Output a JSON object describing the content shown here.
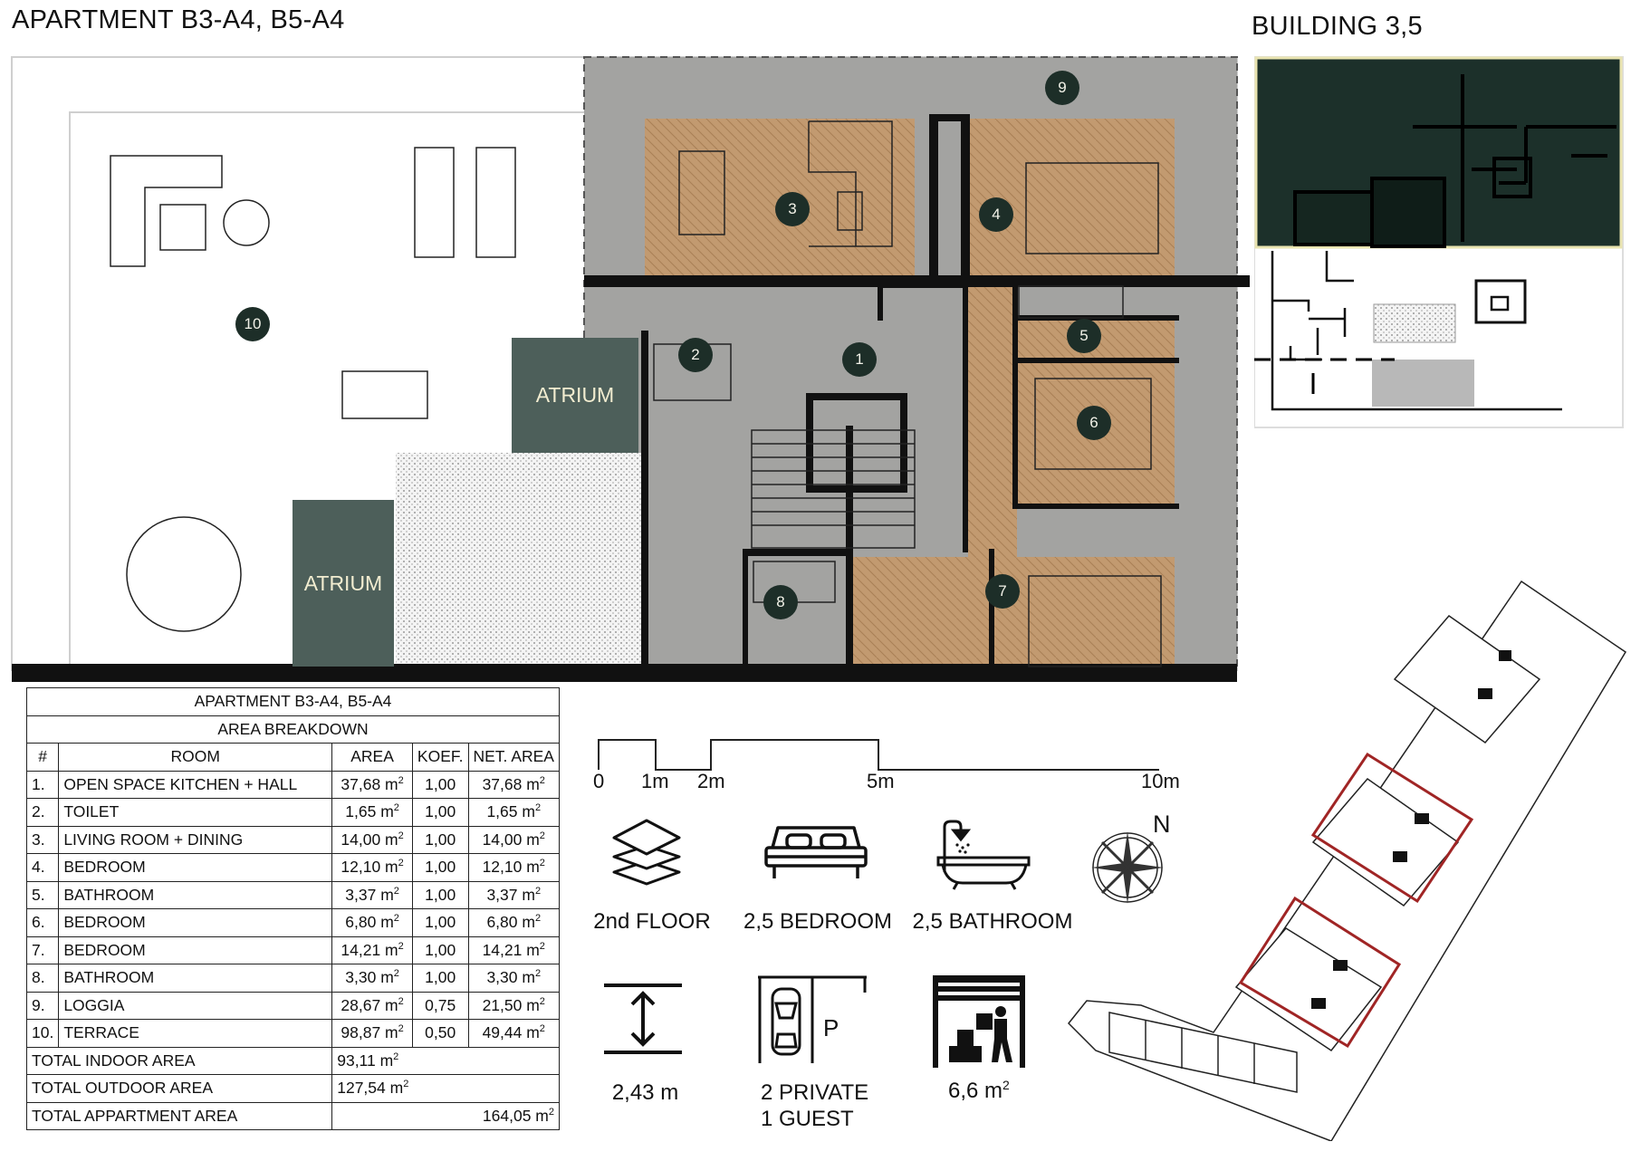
{
  "header": {
    "title": "APARTMENT B3-A4, B5-A4",
    "building": "BUILDING 3,5"
  },
  "plan": {
    "atrium_labels": [
      "ATRIUM",
      "ATRIUM"
    ],
    "room_numbers": [
      "1",
      "2",
      "3",
      "4",
      "5",
      "6",
      "7",
      "8",
      "9",
      "10"
    ],
    "colors": {
      "concrete": "#a3a3a1",
      "parquet": "#c29a70",
      "atrium": "#4d5f5a",
      "badge": "#1d2e28",
      "wall": "#111111"
    }
  },
  "table": {
    "title": "APARTMENT B3-A4, B5-A4",
    "subtitle": "AREA BREAKDOWN",
    "headers": [
      "#",
      "ROOM",
      "AREA",
      "KOEF.",
      "NET. AREA"
    ],
    "rows": [
      {
        "n": "1.",
        "room": "OPEN SPACE KITCHEN + HALL",
        "area": "37,68 m",
        "koef": "1,00",
        "net": "37,68 m"
      },
      {
        "n": "2.",
        "room": "TOILET",
        "area": "1,65 m",
        "koef": "1,00",
        "net": "1,65 m"
      },
      {
        "n": "3.",
        "room": "LIVING ROOM + DINING",
        "area": "14,00 m",
        "koef": "1,00",
        "net": "14,00 m"
      },
      {
        "n": "4.",
        "room": "BEDROOM",
        "area": "12,10 m",
        "koef": "1,00",
        "net": "12,10 m"
      },
      {
        "n": "5.",
        "room": "BATHROOM",
        "area": "3,37 m",
        "koef": "1,00",
        "net": "3,37 m"
      },
      {
        "n": "6.",
        "room": "BEDROOM",
        "area": "6,80 m",
        "koef": "1,00",
        "net": "6,80 m"
      },
      {
        "n": "7.",
        "room": "BEDROOM",
        "area": "14,21 m",
        "koef": "1,00",
        "net": "14,21 m"
      },
      {
        "n": "8.",
        "room": "BATHROOM",
        "area": "3,30 m",
        "koef": "1,00",
        "net": "3,30 m"
      },
      {
        "n": "9.",
        "room": "LOGGIA",
        "area": "28,67 m",
        "koef": "0,75",
        "net": "21,50 m"
      },
      {
        "n": "10.",
        "room": "TERRACE",
        "area": "98,87 m",
        "koef": "0,50",
        "net": "49,44 m"
      }
    ],
    "totals": [
      {
        "label": "TOTAL INDOOR AREA",
        "value": "93,11 m"
      },
      {
        "label": "TOTAL OUTDOOR AREA",
        "value": "127,54 m"
      },
      {
        "label": "TOTAL APPARTMENT AREA",
        "value": "164,05 m"
      }
    ],
    "sq": "2"
  },
  "scale": {
    "ticks": [
      "0",
      "1m",
      "2m",
      "5m",
      "10m"
    ]
  },
  "features": {
    "floor": "2nd FLOOR",
    "bedrooms": "2,5 BEDROOM",
    "bathrooms": "2,5 BATHROOM",
    "north": "N",
    "height": "2,43 m",
    "parking_line1": "2 PRIVATE",
    "parking_line2": "1 GUEST",
    "parking_sign": "P",
    "storage": "6,6 m",
    "storage_sup": "2"
  },
  "icons": [
    "layers-icon",
    "bed-icon",
    "bathtub-icon",
    "compass-icon",
    "ceiling-height-icon",
    "parking-icon",
    "storage-icon"
  ]
}
